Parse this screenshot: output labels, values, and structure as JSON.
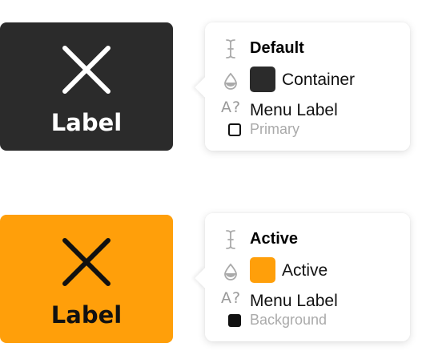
{
  "colors": {
    "default_tile": "#2b2b2b",
    "active_tile": "#ff9f0a",
    "default_text": "#ffffff",
    "active_text": "#111111"
  },
  "default_state": {
    "tile": {
      "icon": "close-icon",
      "label": "Label"
    },
    "spec": {
      "state_icon": "text-cursor-icon",
      "state_title": "Default",
      "color_icon": "droplet-icon",
      "swatch_color": "#2b2b2b",
      "swatch_name": "Container",
      "type_icon": "A?",
      "type_name": "Menu Label",
      "type_color_swatch": "outline",
      "type_color": "Primary"
    }
  },
  "active_state": {
    "tile": {
      "icon": "close-icon",
      "label": "Label"
    },
    "spec": {
      "state_icon": "text-cursor-icon",
      "state_title": "Active",
      "color_icon": "droplet-icon",
      "swatch_color": "#ff9f0a",
      "swatch_name": "Active",
      "type_icon": "A?",
      "type_name": "Menu Label",
      "type_color_swatch": "filled-black",
      "type_color": "Background"
    }
  }
}
